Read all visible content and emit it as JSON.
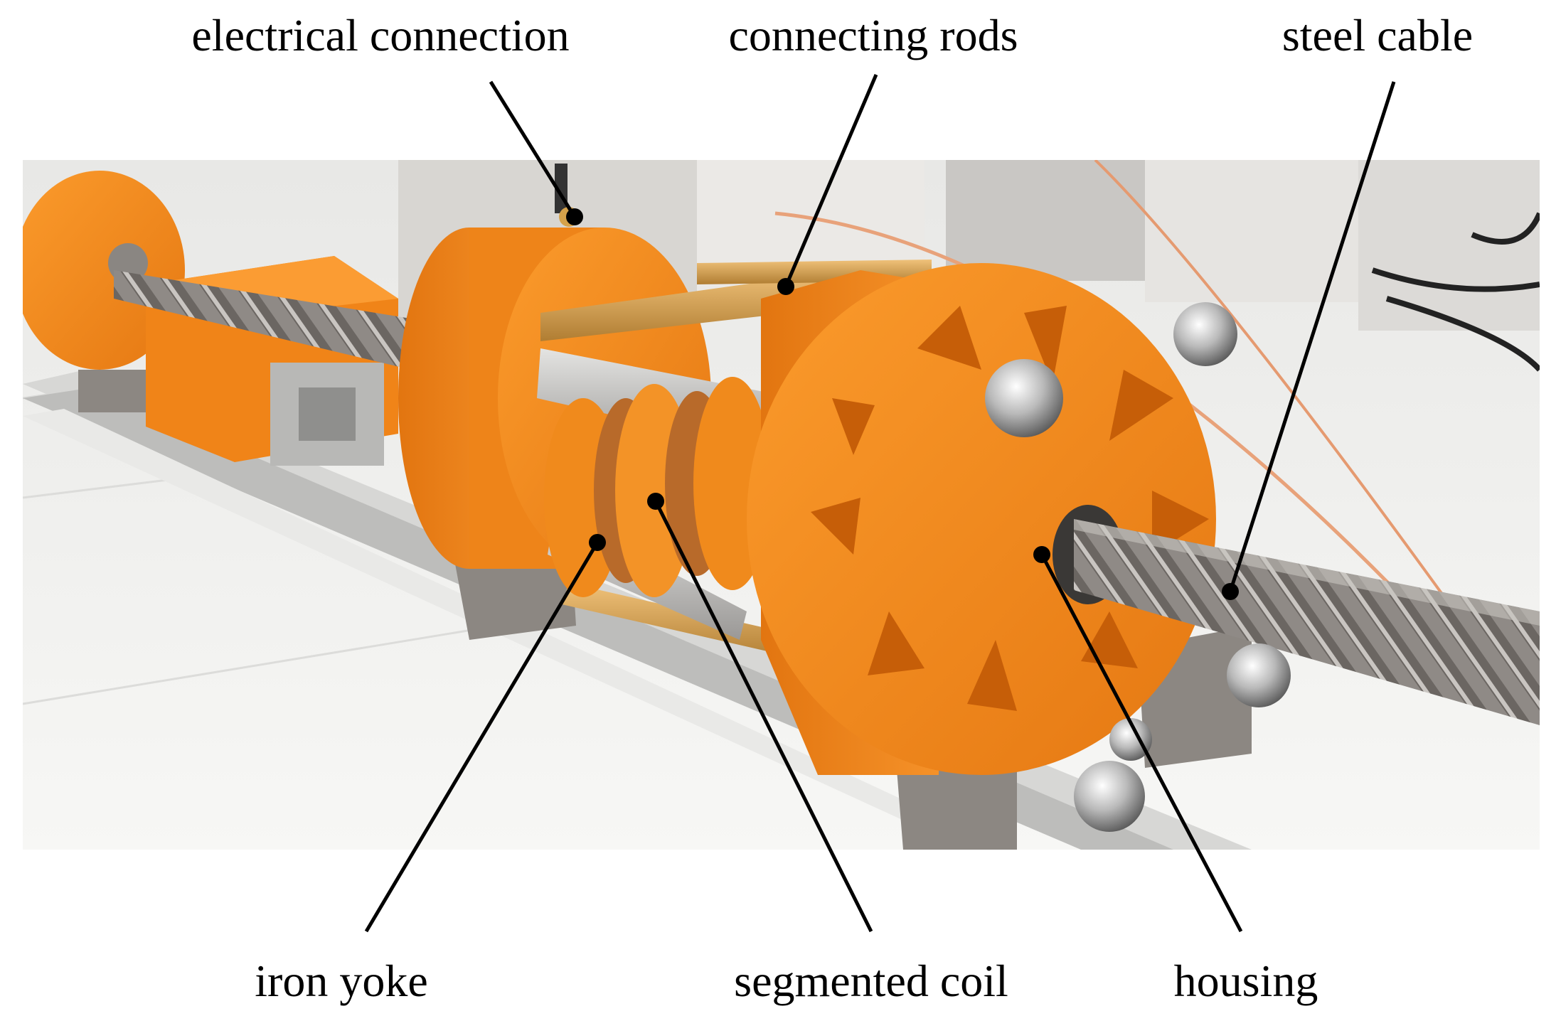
{
  "labels": {
    "electrical_connection": "electrical connection",
    "connecting_rods": "connecting rods",
    "steel_cable": "steel cable",
    "iron_yoke": "iron yoke",
    "segmented_coil": "segmented coil",
    "housing": "housing"
  },
  "colors": {
    "housing_orange": "#f28a1e",
    "housing_shadow": "#c9620a",
    "cable_steel": "#8d8884",
    "mount_gray": "#8c8782",
    "rail_gray": "#d6d6d4",
    "brass_rod": "#d7a657",
    "background_white": "#f2f2f0"
  }
}
